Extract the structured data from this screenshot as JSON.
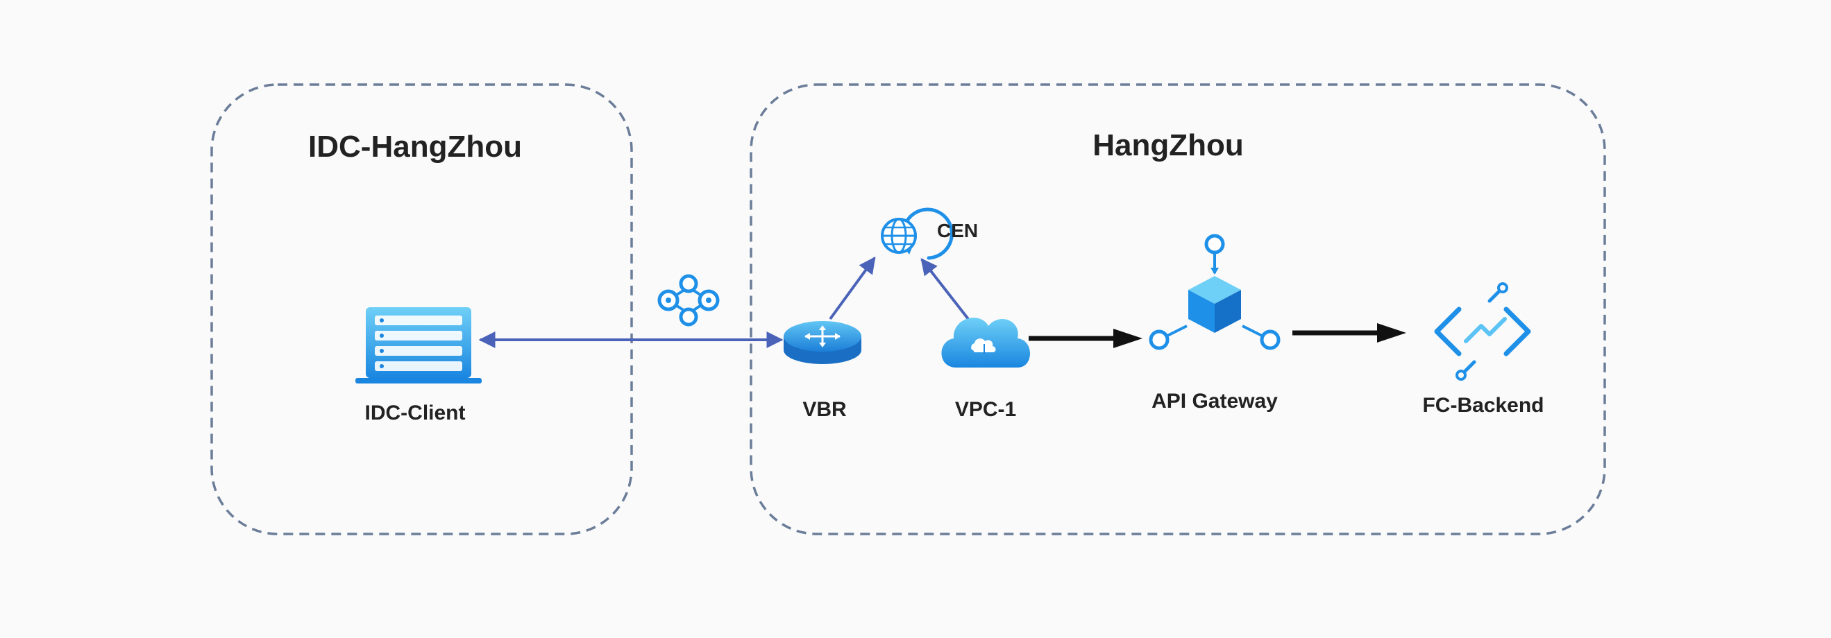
{
  "regions": {
    "idc": {
      "title": "IDC-HangZhou"
    },
    "cloud": {
      "title": "HangZhou"
    }
  },
  "nodes": {
    "idc_client": {
      "label": "IDC-Client",
      "icon": "server-rack-icon"
    },
    "vbr": {
      "label": "VBR",
      "icon": "router-icon"
    },
    "cen": {
      "label": "CEN",
      "icon": "globe-network-icon"
    },
    "vpc1": {
      "label": "VPC-1",
      "icon": "cloud-icon"
    },
    "api_gateway": {
      "label": "API Gateway",
      "icon": "gateway-cube-icon"
    },
    "fc_backend": {
      "label": "FC-Backend",
      "icon": "function-compute-icon"
    }
  },
  "connection_icon": "express-connect-icon",
  "colors": {
    "accent": "#1e90e8",
    "accent_light": "#5cc3f5",
    "link_line": "#4a63b8",
    "flow_arrow": "#111111",
    "region_border": "#6b7d99"
  }
}
